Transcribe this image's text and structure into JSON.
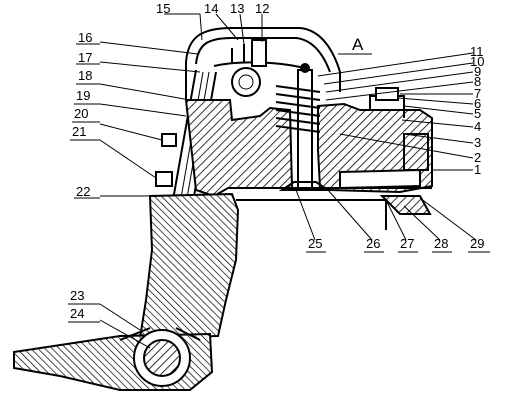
{
  "diagram": {
    "view_label": "A",
    "callouts": [
      "1",
      "2",
      "3",
      "4",
      "5",
      "6",
      "7",
      "8",
      "9",
      "10",
      "11",
      "12",
      "13",
      "14",
      "15",
      "16",
      "17",
      "18",
      "19",
      "20",
      "21",
      "22",
      "23",
      "24",
      "25",
      "26",
      "27",
      "28",
      "29"
    ]
  }
}
